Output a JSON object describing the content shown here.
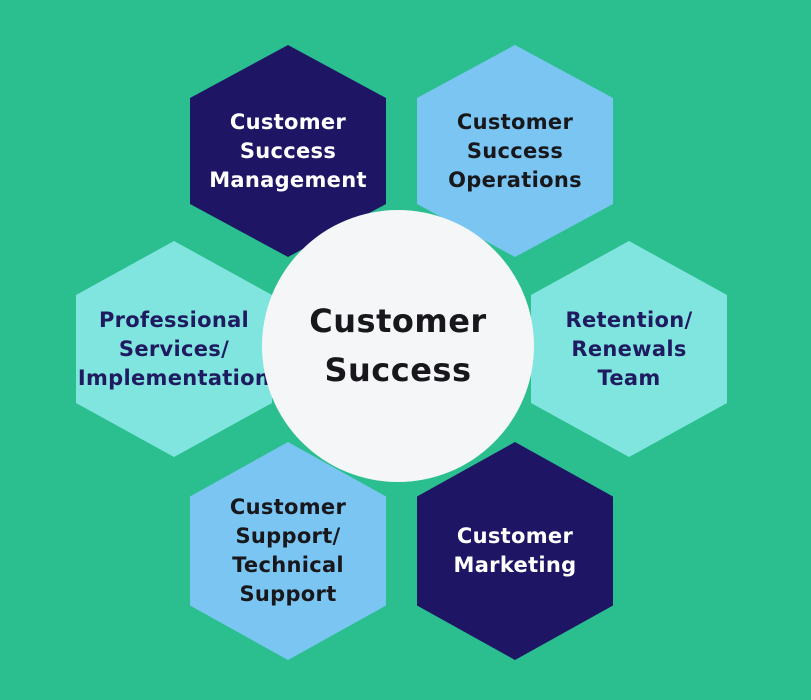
{
  "diagram": {
    "background_color": "#2BBF90",
    "center": {
      "label": "Customer\nSuccess",
      "bg_color": "#F5F6F8",
      "text_color": "#17171C"
    },
    "hexagons": [
      {
        "id": "customer-success-management",
        "position": "top-left",
        "label": "Customer\nSuccess\nManagement",
        "bg_color": "#1E1665",
        "text_color": "#FFFFFF"
      },
      {
        "id": "customer-success-operations",
        "position": "top-right",
        "label": "Customer\nSuccess\nOperations",
        "bg_color": "#7AC5F1",
        "text_color": "#17171C"
      },
      {
        "id": "professional-services-implementation",
        "position": "middle-left",
        "label": "Professional\nServices/\nImplementation",
        "bg_color": "#80E5DE",
        "text_color": "#1F1B60"
      },
      {
        "id": "retention-renewals-team",
        "position": "middle-right",
        "label": "Retention/\nRenewals\nTeam",
        "bg_color": "#80E5DE",
        "text_color": "#1F1B60"
      },
      {
        "id": "customer-support-technical-support",
        "position": "bottom-left",
        "label": "Customer\nSupport/\nTechnical\nSupport",
        "bg_color": "#7AC5F1",
        "text_color": "#17171C"
      },
      {
        "id": "customer-marketing",
        "position": "bottom-right",
        "label": "Customer\nMarketing",
        "bg_color": "#1E1665",
        "text_color": "#FFFFFF"
      }
    ]
  }
}
